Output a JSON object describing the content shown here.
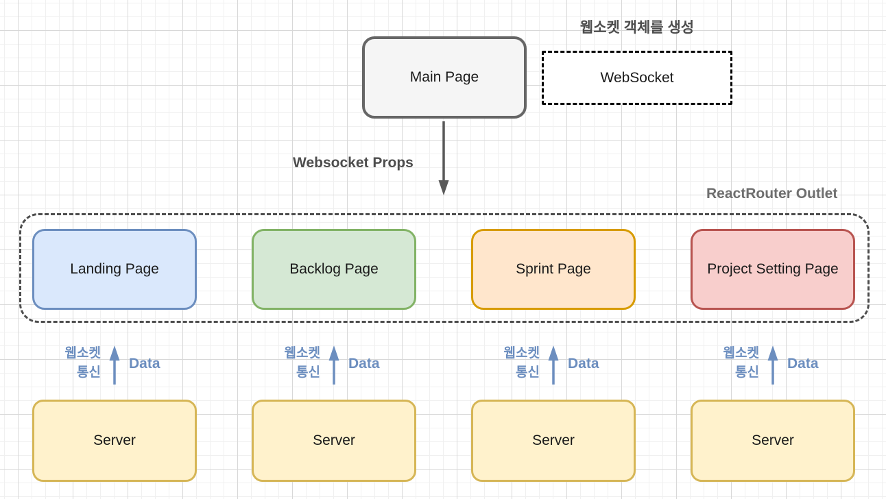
{
  "notes": {
    "websocket_create": "웹소켓 객체를 생성",
    "websocket_props": "Websocket Props",
    "reactrouter_outlet": "ReactRouter Outlet"
  },
  "nodes": {
    "main_page": "Main Page",
    "websocket": "WebSocket"
  },
  "pages": [
    {
      "label": "Landing Page",
      "fill": "#dae8fc",
      "stroke": "#6c8ebf"
    },
    {
      "label": "Backlog Page",
      "fill": "#d5e8d4",
      "stroke": "#82b366"
    },
    {
      "label": "Sprint Page",
      "fill": "#ffe6cc",
      "stroke": "#d79b00"
    },
    {
      "label": "Project Setting Page",
      "fill": "#f8cecc",
      "stroke": "#b85450"
    }
  ],
  "columns": [
    {
      "ws_line1": "웹소켓",
      "ws_line2": "통신",
      "data_label": "Data",
      "server_label": "Server"
    },
    {
      "ws_line1": "웹소켓",
      "ws_line2": "통신",
      "data_label": "Data",
      "server_label": "Server"
    },
    {
      "ws_line1": "웹소켓",
      "ws_line2": "통신",
      "data_label": "Data",
      "server_label": "Server"
    },
    {
      "ws_line1": "웹소켓",
      "ws_line2": "통신",
      "data_label": "Data",
      "server_label": "Server"
    }
  ],
  "colors": {
    "arrow_blue": "#6c8ebf",
    "arrow_gray": "#595959",
    "main_fill": "#f5f5f5",
    "main_stroke": "#666666",
    "server_fill": "#fff2cc",
    "server_stroke": "#d6b656",
    "outlet_dash": "#4d4d4d",
    "websocket_dash": "#000000"
  }
}
